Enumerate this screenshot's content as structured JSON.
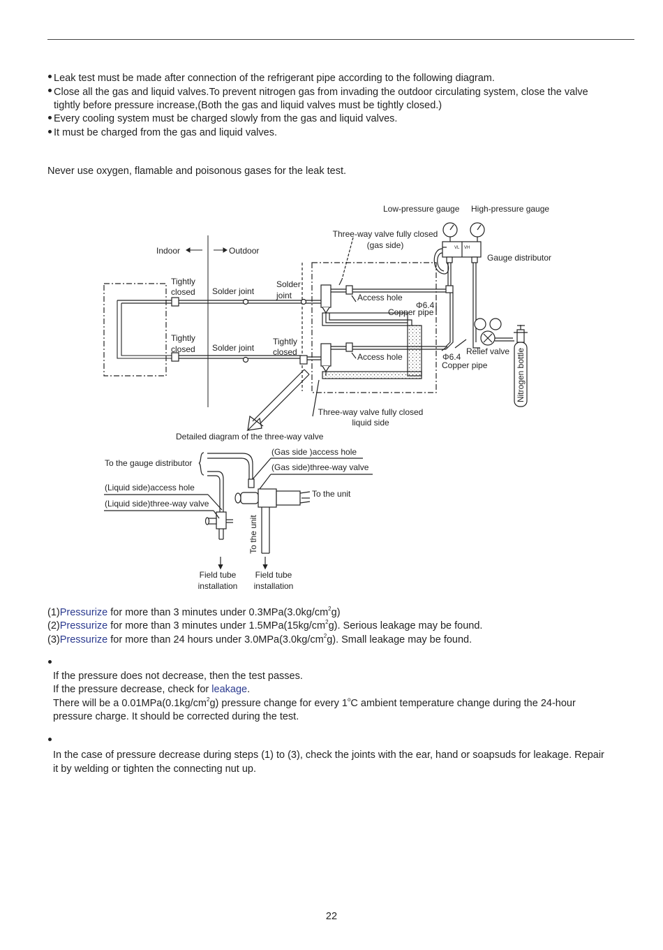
{
  "bullets": [
    "Leak test must be made after connection of the refrigerant pipe according to the following diagram.",
    "Close all the gas and liquid valves.To prevent nitrogen gas from invading the outdoor circulating system, close the valve",
    "tightly before pressure increase,(Both the gas and liquid valves must be tightly closed.)",
    "Every cooling system must be charged slowly from the gas and liquid valves.",
    "It must be charged from the gas and liquid valves."
  ],
  "warning": "Never use oxygen, flamable and poisonous gases for the leak test.",
  "diagram": {
    "low_gauge": "Low-pressure gauge",
    "high_gauge": "High-pressure gauge",
    "gas_valve_1": "Three-way valve fully closed",
    "gas_valve_2": "(gas side)",
    "indoor": "Indoor",
    "outdoor": "Outdoor",
    "gauge_distributor": "Gauge distributor",
    "tightly_1": "Tightly",
    "closed_1": "closed",
    "solder_joint_1": "Solder joint",
    "solder_1": "Solder",
    "joint_1": "joint",
    "access_hole_1": "Access hole",
    "phi_1": "Φ6.4",
    "copper_pipe_1": "Copper pipe",
    "tightly_2": "Tightly",
    "closed_2": "closed",
    "solder_joint_2": "Solder joint",
    "tightly_3": "Tightly",
    "closed_3": "closed",
    "access_hole_2": "Access hole",
    "phi_2": "Φ6.4",
    "copper_pipe_2": "Copper pipe",
    "relief_valve": "Relief valve",
    "nitrogen_bottle": "Nitrogen bottle",
    "liquid_valve_1": "Three-way valve fully closed",
    "liquid_valve_2": "liquid side",
    "detail_title": "Detailed diagram of the three-way valve",
    "to_gauge": "To the gauge distributor",
    "gas_access": "(Gas side )access hole",
    "gas_threeway": "(Gas side)three-way valve",
    "liquid_access": "(Liquid side)access hole",
    "liquid_threeway": "(Liquid side)three-way valve",
    "to_unit_1": "To the unit",
    "to_unit_2": "To the unit",
    "field_1a": "Field tube",
    "field_1b": "installation",
    "field_2a": "Field tube",
    "field_2b": "installation",
    "vl": "VL",
    "vh": "VH"
  },
  "steps": [
    {
      "num": "(1)",
      "word": "Pressurize",
      "pre": " for more than 3 minutes under 0.3MPa(3.0kg/cm",
      "sup": "2",
      "post": "g)"
    },
    {
      "num": "(2)",
      "word": "Pressurize",
      "pre": " for more than 3 minutes under 1.5MPa(15kg/cm",
      "sup": "2",
      "post": "g). Serious leakage may be found."
    },
    {
      "num": "(3)",
      "word": "Pressurize",
      "pre": " for more than 24 hours under 3.0MPa(3.0kg/cm",
      "sup": "2",
      "post": "g). Small leakage may be found."
    }
  ],
  "check": {
    "line1": "If the pressure does not decrease, then the test passes.",
    "line2_pre": "If the pressure decrease, check for ",
    "line2_word": "leakage",
    "line2_post": ".",
    "line3_a": "There will be a 0.01MPa(0.1kg/cm",
    "line3_sup1": "2",
    "line3_b": "g) pressure change for every 1",
    "line3_sup2": "o",
    "line3_c": "C ambient temperature change during the 24-hour",
    "line4": "pressure charge. It should be corrected during the test."
  },
  "repair": {
    "line1": "In the case of pressure decrease during steps (1) to (3), check the joints with the ear, hand or soapsuds for leakage. Repair",
    "line2": "it by welding or tighten the connecting nut up."
  },
  "page_number": "22"
}
